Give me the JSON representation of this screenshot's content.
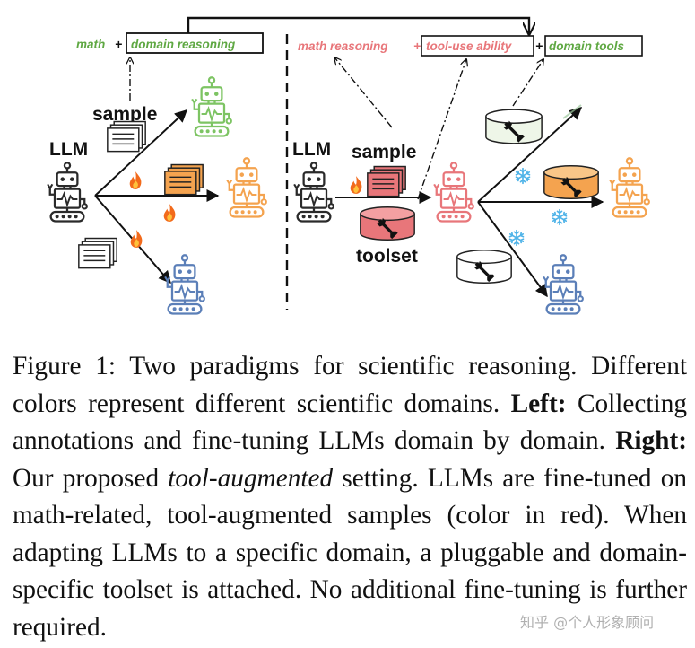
{
  "left": {
    "box_prefix": "math",
    "plus1": "+",
    "box_text": "domain reasoning",
    "llm_label": "LLM",
    "sample_label": "sample"
  },
  "right": {
    "math_reasoning": "math reasoning",
    "plus1": "+",
    "tool_use": "tool-use ability",
    "plus2": "+",
    "domain_tools": "domain tools",
    "llm_label": "LLM",
    "sample_label": "sample",
    "toolset_label": "toolset"
  },
  "colors": {
    "green": "#7dc463",
    "orange": "#f4a34f",
    "blue": "#5b7fb8",
    "red": "#e8767a",
    "dark": "#2a2a2a"
  },
  "icons": [
    "robot-icon",
    "document-stack-icon",
    "fire-icon",
    "snowflake-icon",
    "wrench-icon",
    "toolset-cylinder-icon"
  ],
  "caption": {
    "fig_label": "Figure 1:",
    "intro": "Two paradigms for scientific reasoning. Different colors represent different scientific domains.",
    "left_label": "Left:",
    "left_text": "Collecting annotations and fine-tuning LLMs domain by domain.",
    "right_label": "Right:",
    "right_text_1": "Our proposed",
    "right_italic": "tool-augmented",
    "right_text_2": "setting. LLMs are fine-tuned on math-related, tool-augmented samples (color in red). When adapting LLMs to a specific domain, a pluggable and domain-specific toolset is attached. No additional fine-tuning is further required."
  },
  "watermark": "知乎 @个人形象顾问"
}
